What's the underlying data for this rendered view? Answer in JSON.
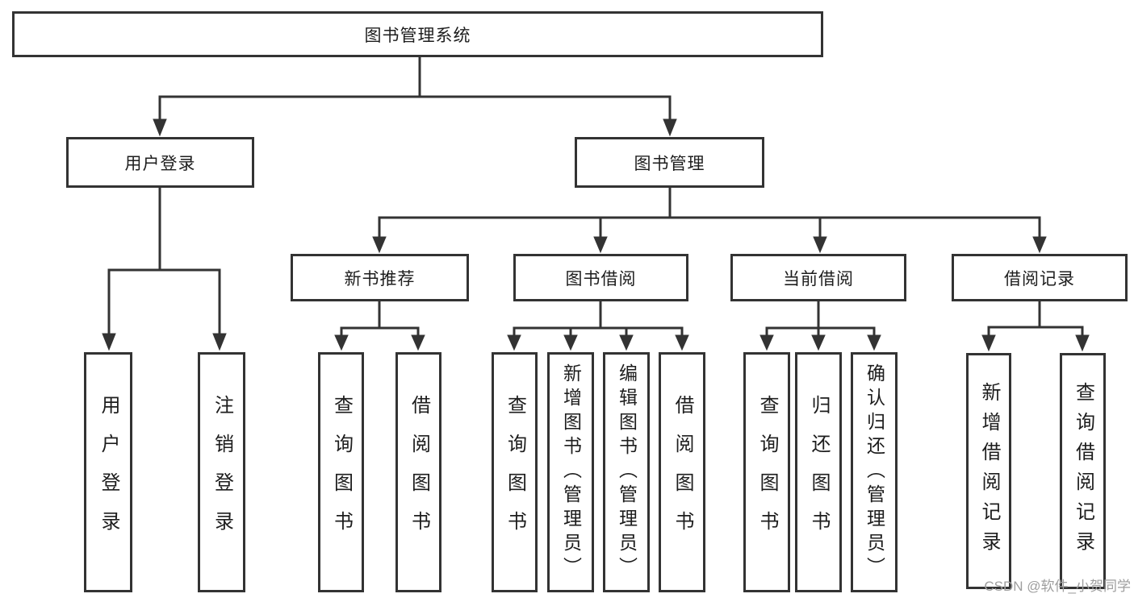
{
  "diagram": {
    "type": "hierarchy",
    "nodes": {
      "root": {
        "label": "图书管理系统"
      },
      "level2": [
        {
          "label": "用户登录"
        },
        {
          "label": "图书管理"
        }
      ],
      "level3": [
        {
          "label": "新书推荐"
        },
        {
          "label": "图书借阅"
        },
        {
          "label": "当前借阅"
        },
        {
          "label": "借阅记录"
        }
      ],
      "leaves": [
        {
          "label": "用户登录",
          "parent": "用户登录"
        },
        {
          "label": "注销登录",
          "parent": "用户登录"
        },
        {
          "label": "查询图书",
          "parent": "新书推荐"
        },
        {
          "label": "借阅图书",
          "parent": "新书推荐"
        },
        {
          "label": "查询图书",
          "parent": "图书借阅"
        },
        {
          "label": "新增图书（管理员）",
          "parent": "图书借阅"
        },
        {
          "label": "编辑图书（管理员）",
          "parent": "图书借阅"
        },
        {
          "label": "借阅图书",
          "parent": "图书借阅"
        },
        {
          "label": "查询图书",
          "parent": "当前借阅"
        },
        {
          "label": "归还图书",
          "parent": "当前借阅"
        },
        {
          "label": "确认归还（管理员）",
          "parent": "当前借阅"
        },
        {
          "label": "新增借阅记录",
          "parent": "借阅记录"
        },
        {
          "label": "查询借阅记录",
          "parent": "借阅记录"
        }
      ]
    },
    "colors": {
      "line": "#333333",
      "text": "#1d1d1d",
      "box_background": "#ffffff",
      "watermark": "#9e9e9e"
    },
    "watermark": {
      "text": "CSDN @软件_小贺同学"
    }
  }
}
